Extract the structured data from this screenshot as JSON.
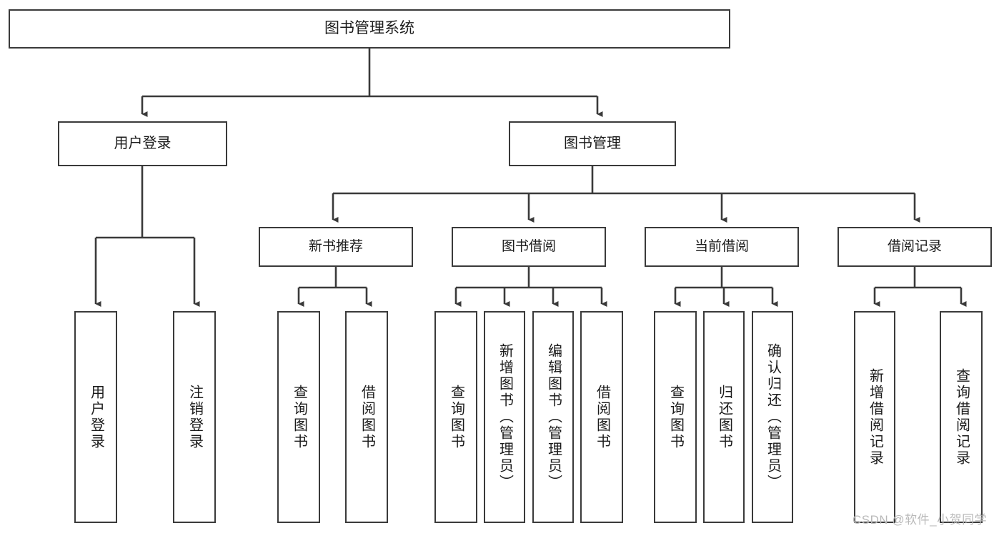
{
  "diagram": {
    "title_node": {
      "label": "图书管理系统"
    },
    "level1": [
      {
        "id": "user-login",
        "label": "用户登录"
      },
      {
        "id": "book-management",
        "label": "图书管理"
      }
    ],
    "level2": [
      {
        "id": "new-book-recommend",
        "label": "新书推荐"
      },
      {
        "id": "book-borrow",
        "label": "图书借阅"
      },
      {
        "id": "current-borrow",
        "label": "当前借阅"
      },
      {
        "id": "borrow-record",
        "label": "借阅记录"
      }
    ],
    "leaves": [
      {
        "id": "leaf-user-login",
        "label": "用户登录"
      },
      {
        "id": "leaf-logout-login",
        "label": "注销登录"
      },
      {
        "id": "leaf-query-book-1",
        "label": "查询图书"
      },
      {
        "id": "leaf-borrow-book-1",
        "label": "借阅图书"
      },
      {
        "id": "leaf-query-book-2",
        "label": "查询图书"
      },
      {
        "id": "leaf-add-book-admin",
        "label": "新增图书（管理员）"
      },
      {
        "id": "leaf-edit-book-admin",
        "label": "编辑图书（管理员）"
      },
      {
        "id": "leaf-borrow-book-2",
        "label": "借阅图书"
      },
      {
        "id": "leaf-query-book-3",
        "label": "查询图书"
      },
      {
        "id": "leaf-return-book",
        "label": "归还图书"
      },
      {
        "id": "leaf-confirm-return-admin",
        "label": "确认归还（管理员）"
      },
      {
        "id": "leaf-add-borrow-record",
        "label": "新增借阅记录"
      },
      {
        "id": "leaf-query-borrow-record",
        "label": "查询借阅记录"
      }
    ]
  },
  "watermark": {
    "text": "CSDN @软件_小贺同学"
  },
  "colors": {
    "stroke": "#3a3a3a",
    "background": "#ffffff",
    "text": "#1b1b1b",
    "watermark": "#b9b9b9"
  }
}
